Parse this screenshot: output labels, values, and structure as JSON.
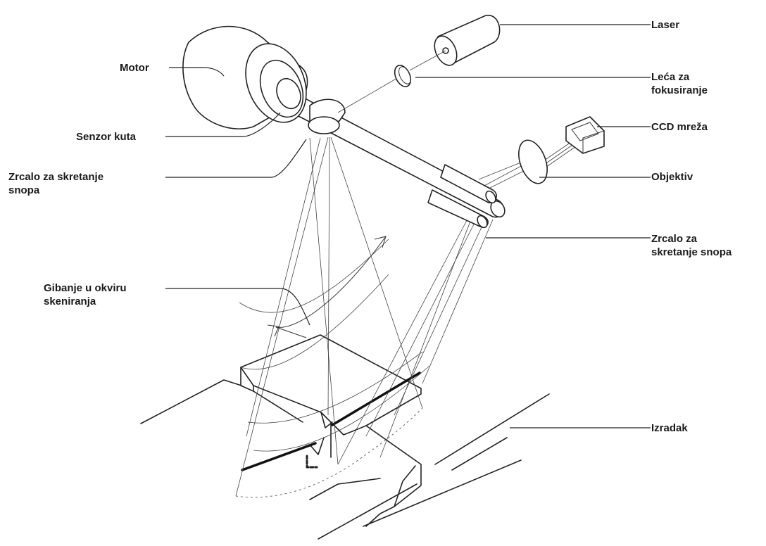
{
  "labels": {
    "laser": "Laser",
    "leca_line1": "Leća za",
    "leca_line2": "fokusiranje",
    "motor": "Motor",
    "senzor_kuta": "Senzor kuta",
    "ccd": "CCD mreža",
    "zrcalo_top_line1": "Zrcalo za skretanje",
    "zrcalo_top_line2": "snopa",
    "objektiv": "Objektiv",
    "zrcalo_right_line1": "Zrcalo za",
    "zrcalo_right_line2": "skretanje snopa",
    "gibanje_line1": "Gibanje u okviru",
    "gibanje_line2": "skeniranja",
    "izradak": "Izradak"
  }
}
